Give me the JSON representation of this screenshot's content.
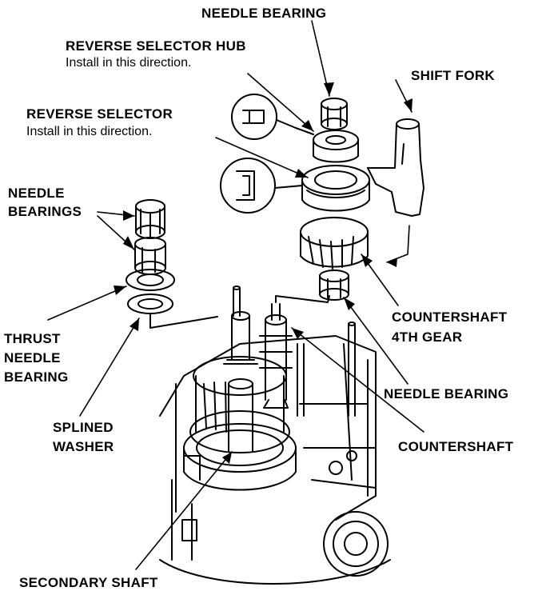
{
  "labels": {
    "needle_bearing_top": "NEEDLE BEARING",
    "reverse_selector_hub": "REVERSE SELECTOR HUB",
    "reverse_selector_hub_note": "Install in this direction.",
    "shift_fork": "SHIFT FORK",
    "reverse_selector": "REVERSE SELECTOR",
    "reverse_selector_note": "Install in this direction.",
    "needle_bearings_1": "NEEDLE",
    "needle_bearings_2": "BEARINGS",
    "thrust_1": "THRUST",
    "thrust_2": "NEEDLE",
    "thrust_3": "BEARING",
    "countershaft_4th_1": "COUNTERSHAFT",
    "countershaft_4th_2": "4TH GEAR",
    "needle_bearing_mid": "NEEDLE BEARING",
    "splined_1": "SPLINED",
    "splined_2": "WASHER",
    "countershaft": "COUNTERSHAFT",
    "secondary_shaft": "SECONDARY SHAFT"
  },
  "colors": {
    "ink": "#000000",
    "paper": "#ffffff"
  }
}
